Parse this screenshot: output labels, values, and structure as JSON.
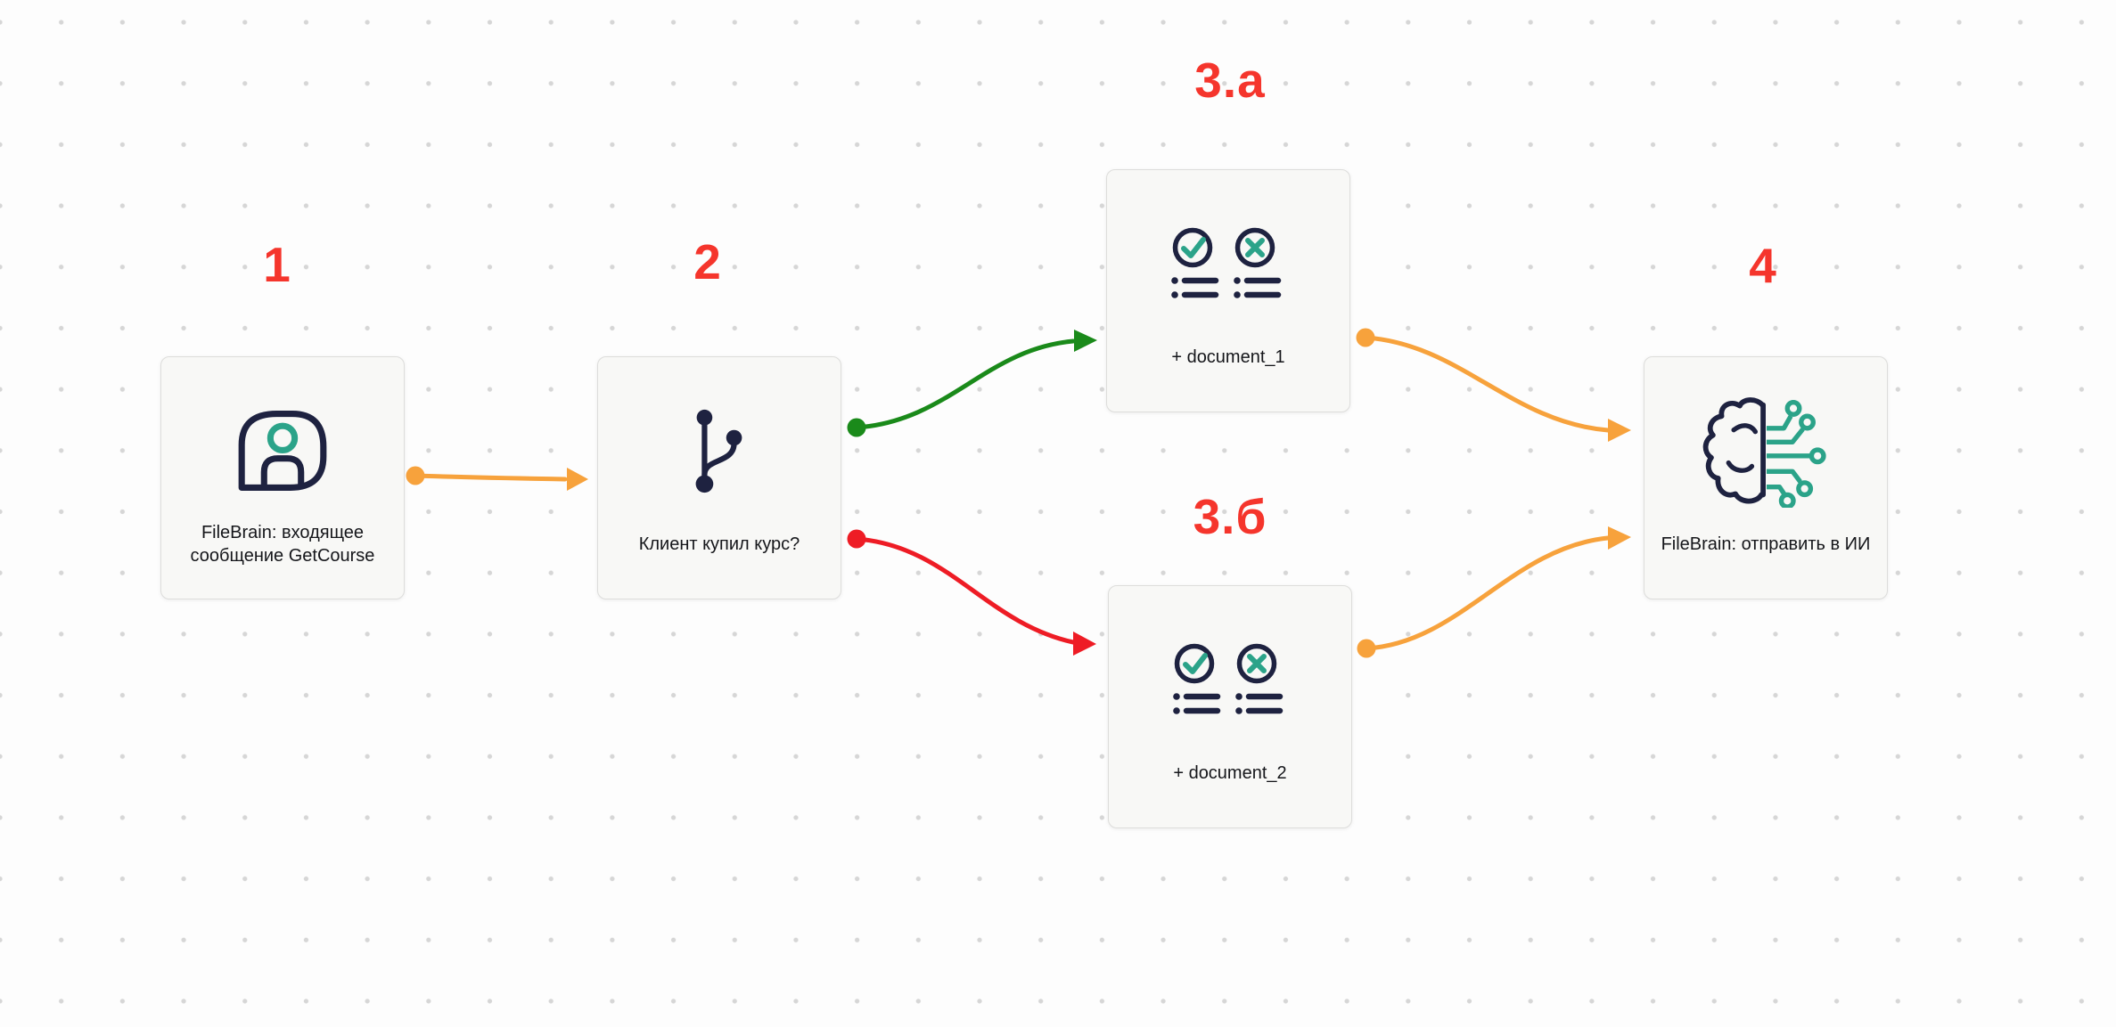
{
  "diagram": {
    "type": "workflow-canvas",
    "colors": {
      "orange": "#f7a23c",
      "green": "#1a8a1a",
      "red": "#ee1c25",
      "annotation": "#f5352c",
      "navy": "#1e2240",
      "teal": "#2ba389",
      "grid_dot": "#d6d6d6",
      "canvas_bg": "#fdfdfd"
    },
    "steps": [
      {
        "label": "1",
        "title": "FileBrain: входящее сообщение GetCourse",
        "icon": "chat-user-icon"
      },
      {
        "label": "2",
        "title": "Клиент купил курс?",
        "icon": "git-branch-icon"
      },
      {
        "label": "3.а",
        "title": "+ document_1",
        "icon": "check-x-list-icon"
      },
      {
        "label": "3.б",
        "title": "+ document_2",
        "icon": "check-x-list-icon"
      },
      {
        "label": "4",
        "title": "FileBrain: отправить в ИИ",
        "icon": "brain-circuit-icon"
      }
    ],
    "connections": [
      {
        "from": "1",
        "to": "2",
        "color": "orange"
      },
      {
        "from": "2",
        "to": "3.а",
        "color": "green"
      },
      {
        "from": "2",
        "to": "3.б",
        "color": "red"
      },
      {
        "from": "3.а",
        "to": "4",
        "color": "orange"
      },
      {
        "from": "3.б",
        "to": "4",
        "color": "orange"
      }
    ]
  }
}
